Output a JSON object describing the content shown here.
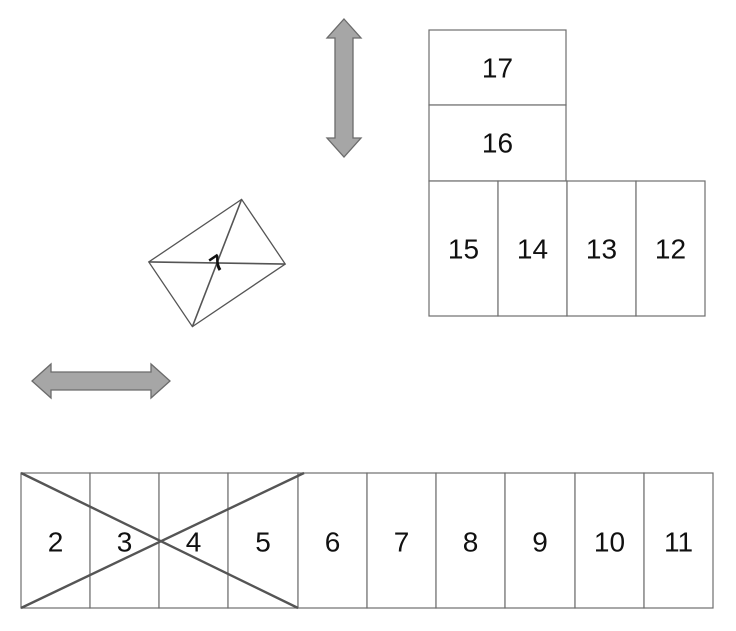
{
  "bottom_row": {
    "labels": [
      "2",
      "3",
      "4",
      "5",
      "6",
      "7",
      "8",
      "9",
      "10",
      "11"
    ],
    "crossed_labels": [
      "2",
      "3",
      "4",
      "5"
    ]
  },
  "block_right": {
    "row_labels": [
      "15",
      "14",
      "13",
      "12"
    ],
    "column_labels_bottom_to_top": [
      "16",
      "17"
    ]
  },
  "rotated_cell": {
    "label": "7",
    "crossed": true
  },
  "arrows": [
    {
      "icon": "double-arrow-vertical-icon",
      "direction": "vertical"
    },
    {
      "icon": "double-arrow-horizontal-icon",
      "direction": "horizontal"
    }
  ],
  "colors": {
    "line": "#6e6e6e",
    "cross": "#555555",
    "arrow_fill": "#a6a6a6",
    "text": "#111111"
  }
}
